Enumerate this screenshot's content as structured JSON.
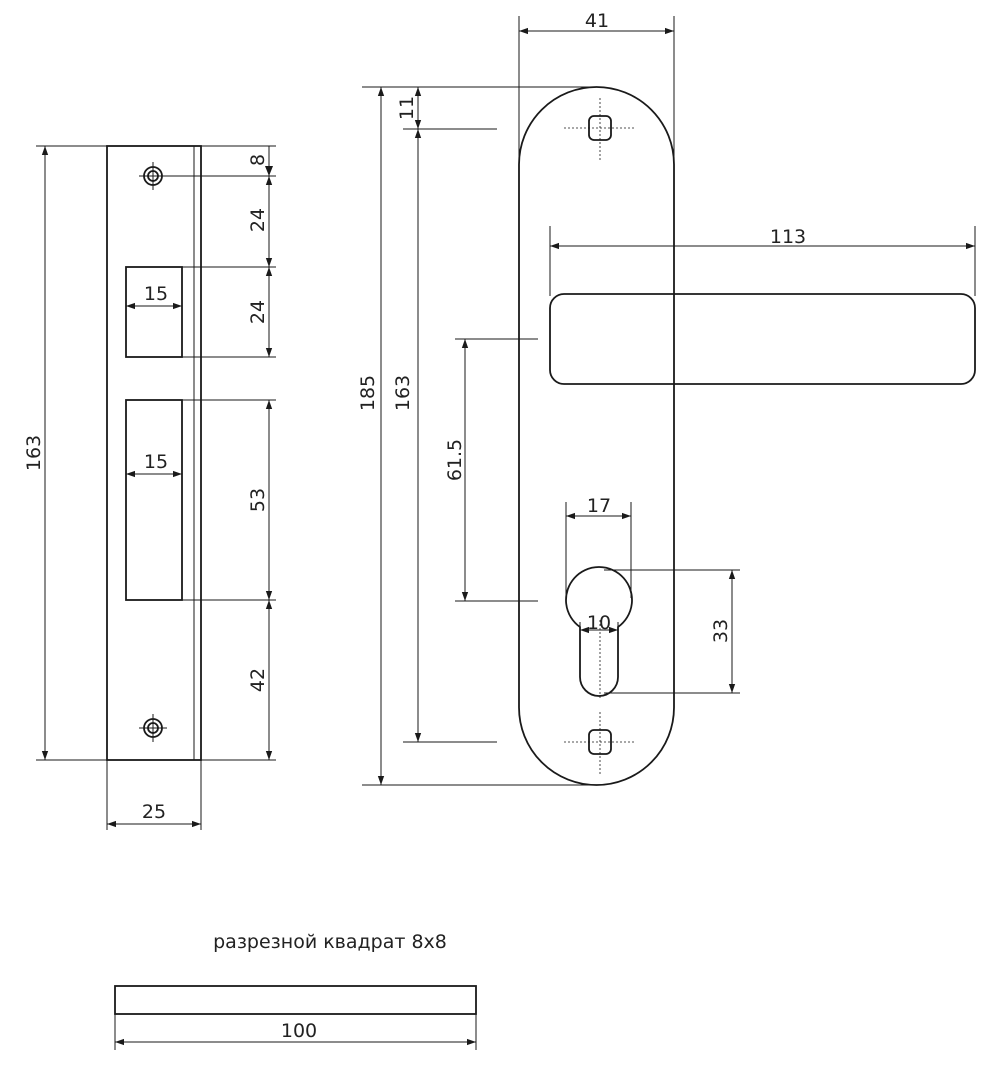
{
  "strike_plate": {
    "dimensions": {
      "overall_height": "163",
      "top_hole_offset": "8",
      "upper_gap": "24",
      "upper_slot_height": "24",
      "upper_slot_width": "15",
      "lower_slot_width": "15",
      "lower_slot_height": "53",
      "bottom_gap": "42",
      "width": "25"
    }
  },
  "handle": {
    "dimensions": {
      "plate_width": "41",
      "plate_height": "185",
      "screw_spacing": "163",
      "top_screw_offset": "11",
      "lever_length": "113",
      "lever_to_keyhole": "61.5",
      "cylinder_width": "17",
      "cylinder_slot_width": "10",
      "cylinder_height": "33"
    }
  },
  "spindle": {
    "caption": "разрезной квадрат 8x8",
    "length": "100"
  }
}
